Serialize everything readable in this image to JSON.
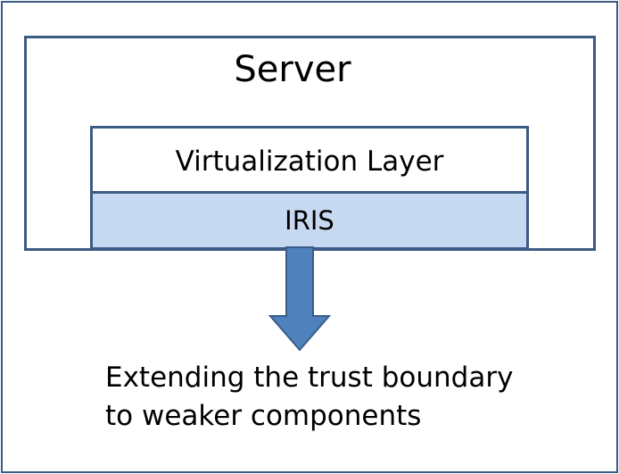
{
  "diagram": {
    "server_label": "Server",
    "virtualization_label": "Virtualization Layer",
    "iris_label": "IRIS",
    "caption_line1": "Extending the trust boundary",
    "caption_line2": "to weaker components"
  },
  "colors": {
    "border": "#3b5b85",
    "iris_fill": "#c6d9f1",
    "arrow_fill": "#4f81bd",
    "arrow_stroke": "#385d8a"
  },
  "icons": {
    "arrow": "down-arrow-icon"
  }
}
